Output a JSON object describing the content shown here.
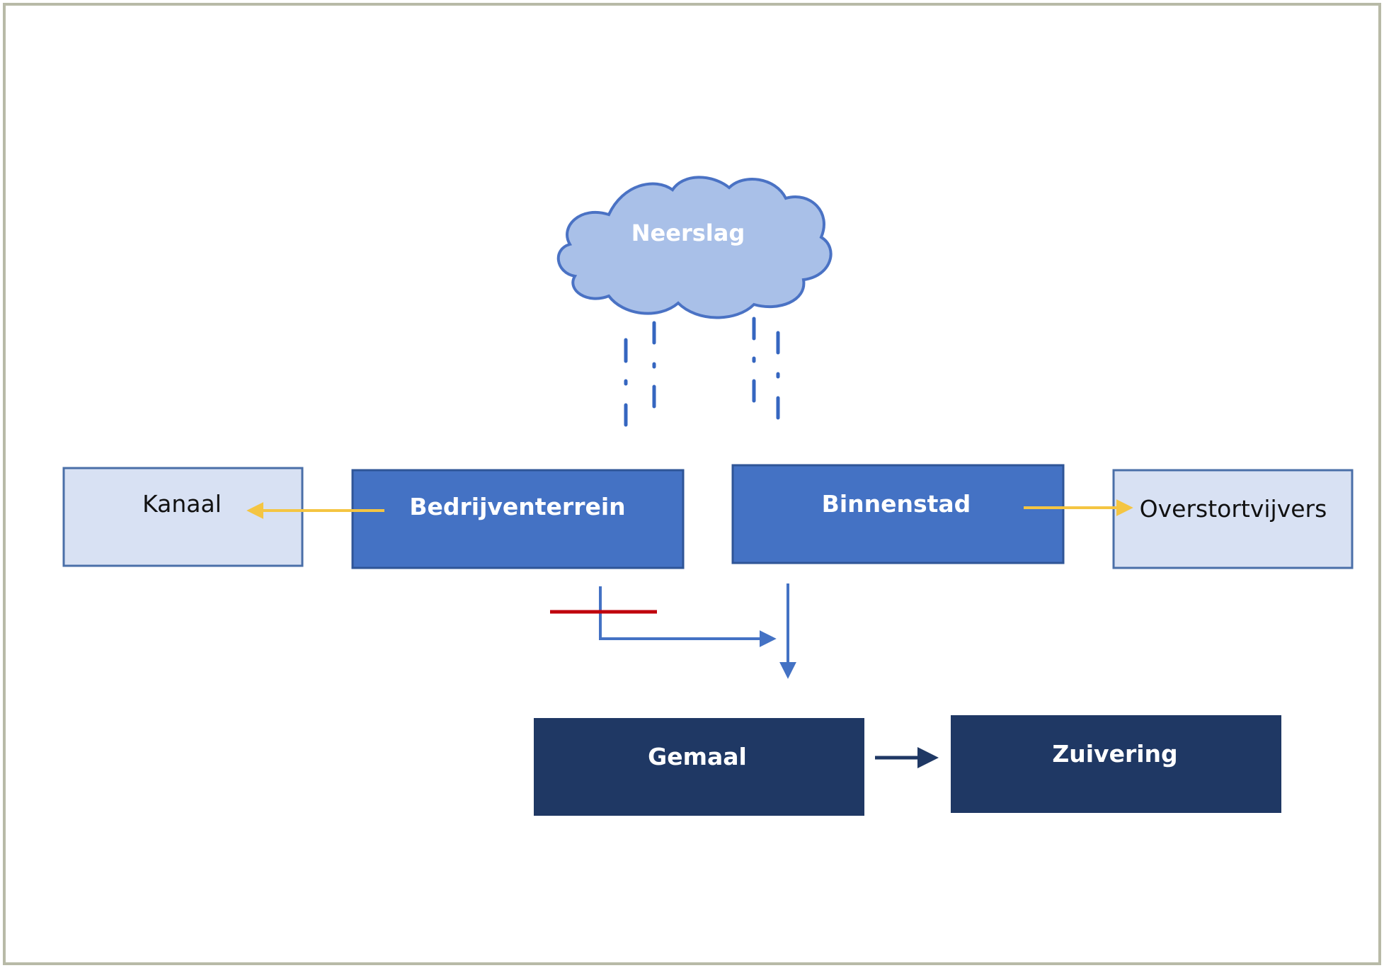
{
  "nodes": {
    "cloud": {
      "label": "Neerslag"
    },
    "kanaal": {
      "label": "Kanaal"
    },
    "bedrijventerrein": {
      "label": "Bedrijventerrein"
    },
    "binnenstad": {
      "label": "Binnenstad"
    },
    "overstortvijvers": {
      "label": "Overstortvijvers"
    },
    "gemaal": {
      "label": "Gemaal"
    },
    "zuivering": {
      "label": "Zuivering"
    }
  },
  "colors": {
    "frame_border": "#b8baa7",
    "cloud_fill": "#a9c0e8",
    "cloud_stroke": "#4a72c4",
    "rain": "#3566c0",
    "light_box_fill": "#d8e1f3",
    "light_box_stroke": "#4a6fa8",
    "mid_box_fill": "#4472c4",
    "mid_box_stroke": "#2f5597",
    "dark_box_fill": "#1f3864",
    "overflow_arrow": "#f4c542",
    "flow_arrow_blue": "#4472c4",
    "flow_arrow_dark": "#1f3864",
    "blocked": "#c0000c",
    "light_text": "#ffffff",
    "dark_text": "#111111"
  }
}
